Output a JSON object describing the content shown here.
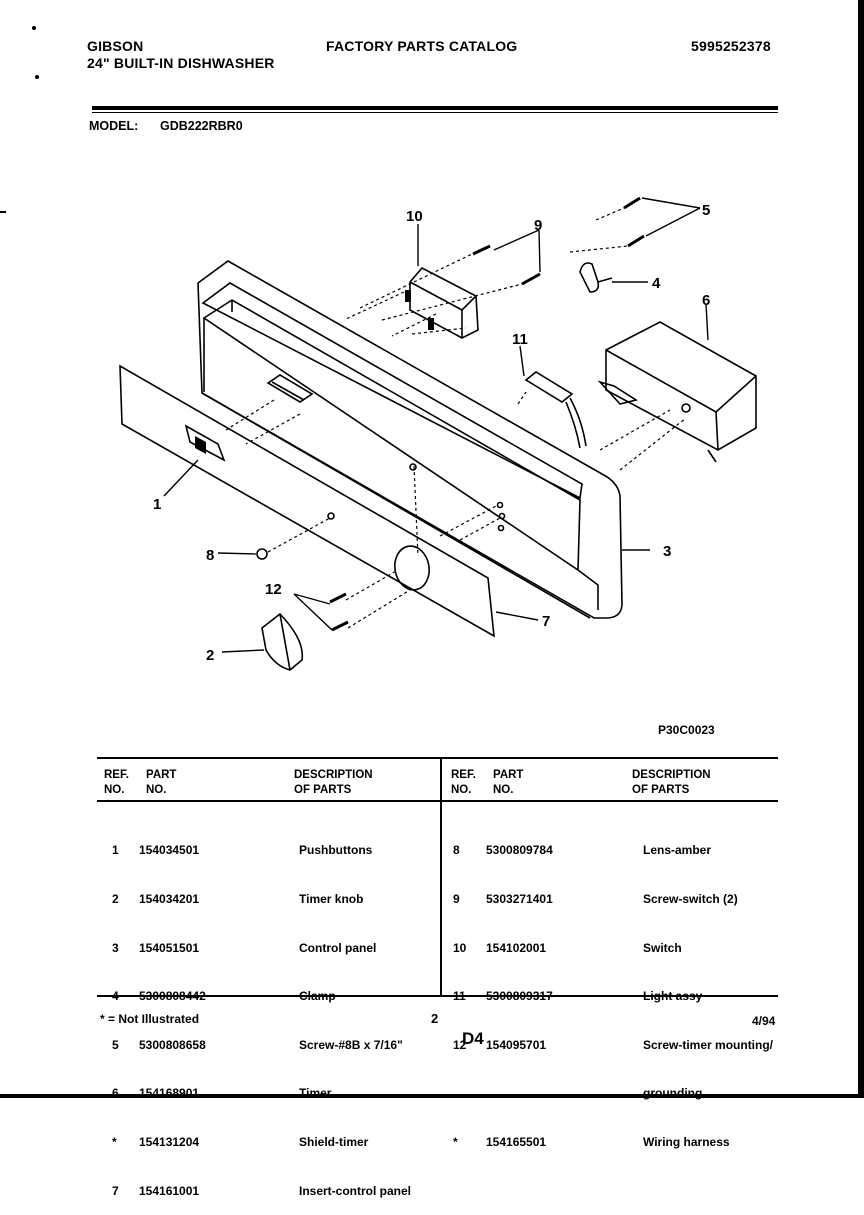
{
  "header": {
    "brand": "GIBSON",
    "product": "24\" BUILT-IN DISHWASHER",
    "catalog_title": "FACTORY PARTS CATALOG",
    "catalog_number": "5995252378"
  },
  "model": {
    "label": "MODEL:",
    "value": "GDB222RBR0"
  },
  "diagram": {
    "callouts": [
      "1",
      "2",
      "3",
      "4",
      "5",
      "6",
      "7",
      "8",
      "9",
      "10",
      "11",
      "12"
    ],
    "drawing_code": "P30C0023"
  },
  "parts_table": {
    "headers": {
      "ref_line1": "REF.",
      "ref_line2": "NO.",
      "part_line1": "PART",
      "part_line2": "NO.",
      "desc_line1": "DESCRIPTION",
      "desc_line2": "OF PARTS"
    },
    "left": [
      {
        "ref": "1",
        "part": "154034501",
        "desc": "Pushbuttons"
      },
      {
        "ref": "2",
        "part": "154034201",
        "desc": "Timer knob"
      },
      {
        "ref": "3",
        "part": "154051501",
        "desc": "Control panel"
      },
      {
        "ref": "4",
        "part": "5300808442",
        "desc": "Clamp"
      },
      {
        "ref": "5",
        "part": "5300808658",
        "desc": "Screw-#8B x 7/16\""
      },
      {
        "ref": "6",
        "part": "154168901",
        "desc": "Timer"
      },
      {
        "ref": "*",
        "part": "154131204",
        "desc": "Shield-timer"
      },
      {
        "ref": "7",
        "part": "154161001",
        "desc": "Insert-control panel"
      }
    ],
    "right": [
      {
        "ref": "8",
        "part": "5300809784",
        "desc": "Lens-amber"
      },
      {
        "ref": "9",
        "part": "5303271401",
        "desc": "Screw-switch (2)"
      },
      {
        "ref": "10",
        "part": "154102001",
        "desc": "Switch"
      },
      {
        "ref": "11",
        "part": "5300809317",
        "desc": "Light assy"
      },
      {
        "ref": "12",
        "part": "154095701",
        "desc": "Screw-timer mounting/"
      },
      {
        "ref": "",
        "part": "",
        "desc": "grounding"
      },
      {
        "ref": "*",
        "part": "154165501",
        "desc": "Wiring harness"
      }
    ]
  },
  "footer": {
    "note": "* = Not Illustrated",
    "page_number": "2",
    "section": "D4",
    "date": "4/94"
  }
}
